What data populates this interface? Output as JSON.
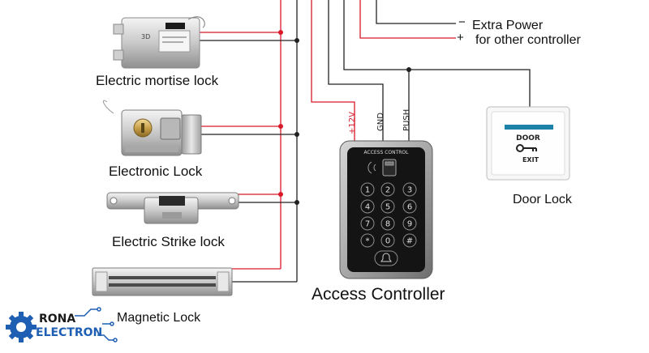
{
  "devices": {
    "mortise": {
      "label": "Electric mortise lock"
    },
    "electronic": {
      "label": "Electronic Lock"
    },
    "strike": {
      "label": "Electric Strike lock"
    },
    "magnetic": {
      "label": "Magnetic Lock"
    },
    "door_button": {
      "label": "Door Lock",
      "top_text": "DOOR",
      "bottom_text": "EXIT"
    },
    "controller": {
      "label": "Access Controller",
      "panel_text": "ACCESS CONTROL",
      "keys": [
        "1",
        "2",
        "3",
        "4",
        "5",
        "6",
        "7",
        "8",
        "9",
        "*",
        "0",
        "#"
      ]
    }
  },
  "terminals": {
    "v12": "+12V",
    "gnd": "GND",
    "push": "PUSH"
  },
  "power": {
    "minus_sign": "−",
    "minus_text": "Extra Power",
    "plus_sign": "+",
    "plus_text": "for other controller"
  },
  "logo": {
    "line1": "RONA",
    "line2": "ELECTRON"
  },
  "colors": {
    "red_wire": "#d8192a",
    "black_wire": "#222222",
    "logo_blue": "#1e5fb4"
  }
}
